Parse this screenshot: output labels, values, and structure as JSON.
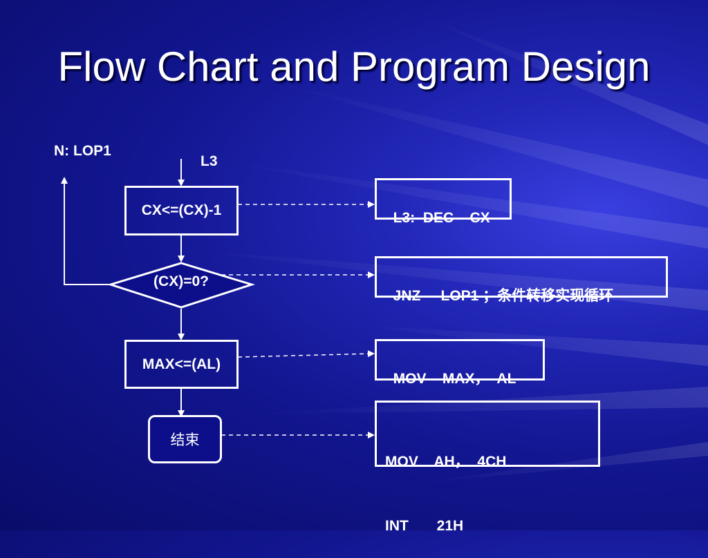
{
  "title": "Flow Chart and Program Design",
  "flow": {
    "loop_label": "N: LOP1",
    "entry_label": "L3",
    "step1": "CX<=(CX)-1",
    "decision": "(CX)=0?",
    "step2": "MAX<=(AL)",
    "end": "结束"
  },
  "code": {
    "box1": "L3:  DEC    CX",
    "box2": "JNZ     LOP1 ；条件转移实现循环",
    "box3": "MOV    MAX，  AL",
    "box4_line1": "MOV    AH，  4CH",
    "box4_line2": "INT       21H"
  },
  "colors": {
    "background": "#1a1fa8",
    "foreground": "#ffffff"
  }
}
